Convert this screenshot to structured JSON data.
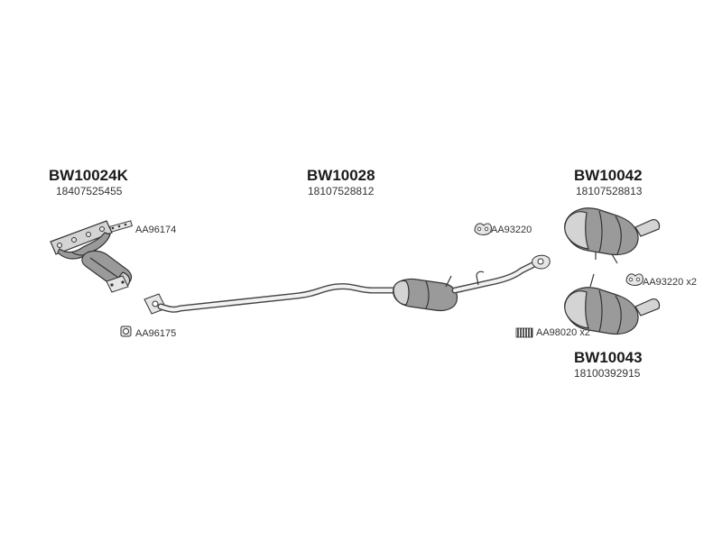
{
  "parts": {
    "manifold": {
      "code": "BW10024K",
      "number": "18407525455"
    },
    "front_pipe": {
      "code": "BW10028",
      "number": "18107528812"
    },
    "rear_muffler_upper": {
      "code": "BW10042",
      "number": "18107528813"
    },
    "rear_muffler_lower": {
      "code": "BW10043",
      "number": "18100392915"
    }
  },
  "accessories": {
    "manifold_gasket": {
      "label": "AA96174"
    },
    "flange_gasket": {
      "label": "AA96175"
    },
    "rubber_mount_center": {
      "label": "AA93220"
    },
    "rubber_mount_rear": {
      "label": "AA93220 x2"
    },
    "springs": {
      "label": "AA98020 x2"
    }
  }
}
